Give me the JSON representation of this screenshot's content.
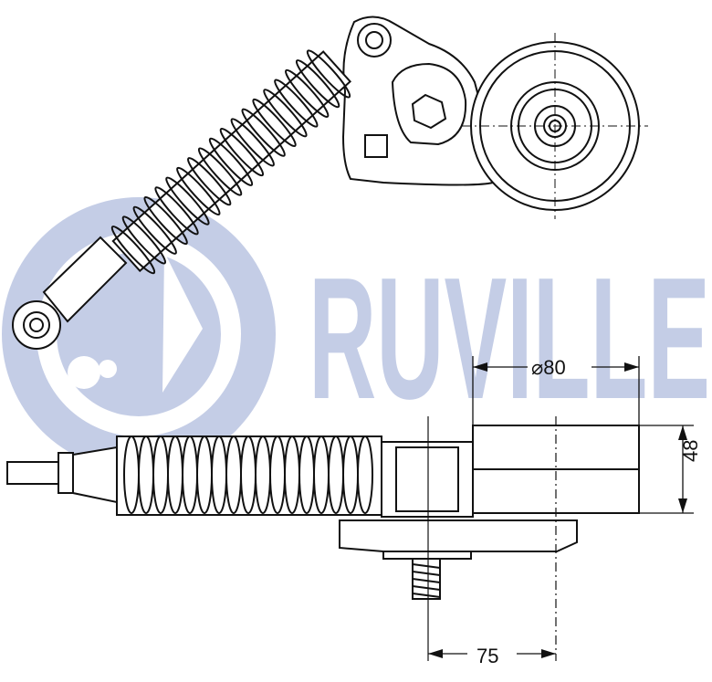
{
  "watermark": {
    "brand_text": "RUVILLE",
    "color": "#c4cde6"
  },
  "dimensions": {
    "diameter_label": "⌀80",
    "height_label": "48",
    "offset_label": "75"
  },
  "colors": {
    "line": "#111111",
    "background": "#ffffff"
  }
}
